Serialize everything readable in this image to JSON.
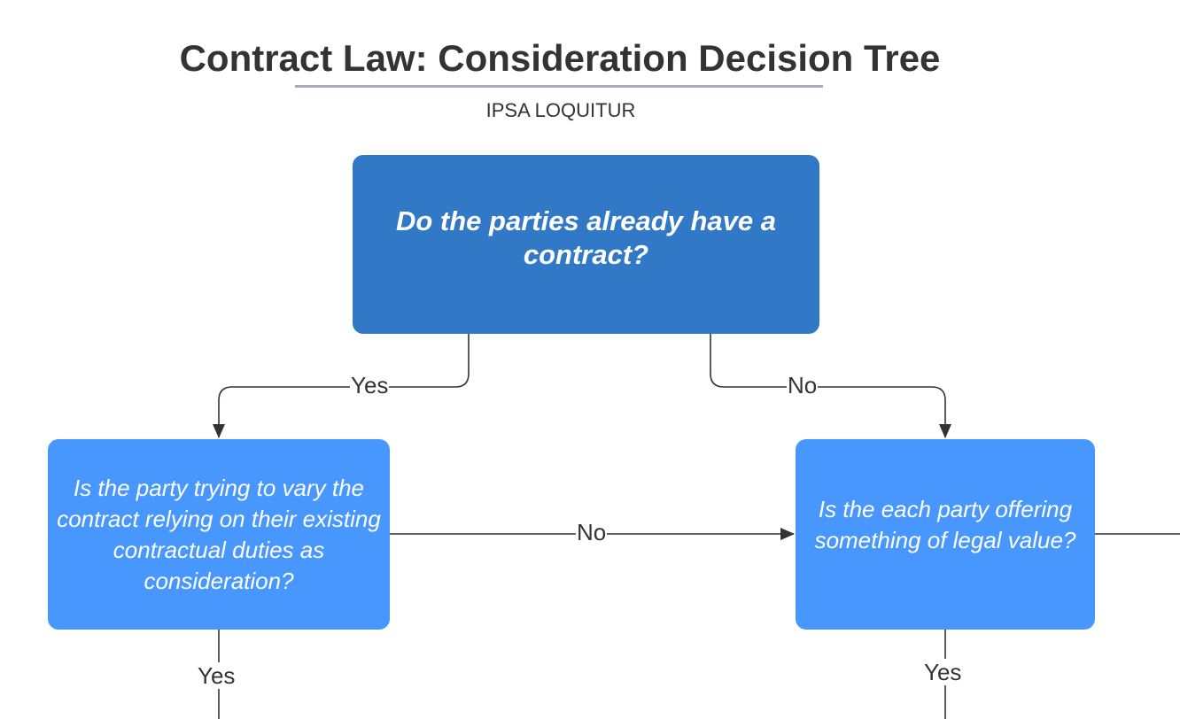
{
  "header": {
    "title": "Contract Law: Consideration Decision Tree",
    "subtitle": "IPSA LOQUITUR"
  },
  "nodes": {
    "root": "Do the parties already have a contract?",
    "left": "Is the party trying to vary the contract relying on their existing contractual duties as consideration?",
    "right": "Is the each party offering something of legal value?"
  },
  "edges": {
    "root_to_left": "Yes",
    "root_to_right": "No",
    "left_to_right": "No",
    "left_down": "Yes",
    "right_down": "Yes"
  },
  "colors": {
    "root_fill": "#3178c6",
    "node_fill": "#4797fe",
    "node_text": "#ffffff",
    "connector": "#333333",
    "title_underline": "#a3acb9"
  }
}
